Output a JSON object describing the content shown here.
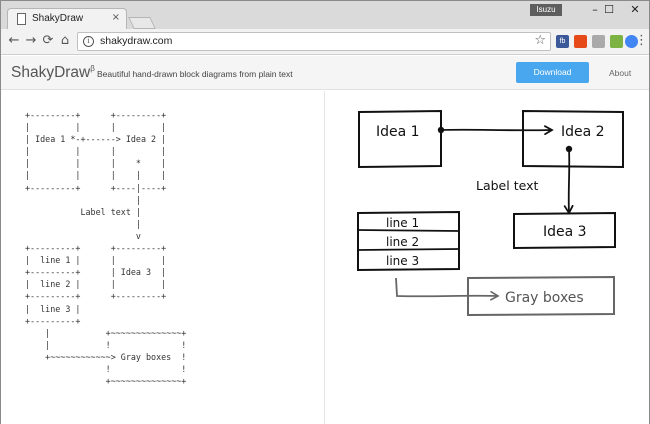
{
  "browser": {
    "tab_title": "ShakyDraw",
    "tab_close": "×",
    "profile": "Isuzu",
    "url": "shakydraw.com",
    "window_controls": {
      "minimize": "–",
      "maximize": "☐",
      "close": "✕"
    },
    "nav": {
      "back": "←",
      "forward": "→",
      "reload": "⟳",
      "home": "⌂"
    },
    "extensions": [
      {
        "name": "facebook-extension",
        "label": "fb",
        "color": "#3b5998"
      },
      {
        "name": "office-extension",
        "label": "",
        "color": "#e64a19"
      },
      {
        "name": "extension-gray",
        "label": "",
        "color": "#aaaaaa"
      },
      {
        "name": "extension-green",
        "label": "",
        "color": "#7cb342"
      },
      {
        "name": "chrome-extension",
        "label": "",
        "color": "#4285f4"
      }
    ]
  },
  "site": {
    "logo": "ShakyDraw",
    "logo_mark": "β",
    "tagline": "Beautiful hand-drawn block diagrams from plain text",
    "download_label": "Download",
    "about_label": "About",
    "accent": "#49a7ef"
  },
  "editor": {
    "source": "+---------+      +---------+\n|         |      |         |\n| Idea 1 *-+------> Idea 2 |\n|         |      |         |\n|         |      |    *    |\n|         |      |    |    |\n+---------+      +----|----+\n                      |\n           Label text |\n                      |\n                      v\n+---------+      +---------+\n|  line 1 |      |         |\n+---------+      | Idea 3  |\n|  line 2 |      |         |\n+---------+      +---------+\n|  line 3 |\n+---------+\n    |           +~~~~~~~~~~~~~~+\n    |           !              !\n    +~~~~~~~~~~~~> Gray boxes  !\n                !              !\n                +~~~~~~~~~~~~~~+"
  },
  "diagram": {
    "idea1": "Idea 1",
    "idea2": "Idea 2",
    "idea3": "Idea 3",
    "label_text": "Label text",
    "line1": "line 1",
    "line2": "line 2",
    "line3": "line 3",
    "gray_boxes": "Gray boxes",
    "gray_color": "#666666"
  }
}
